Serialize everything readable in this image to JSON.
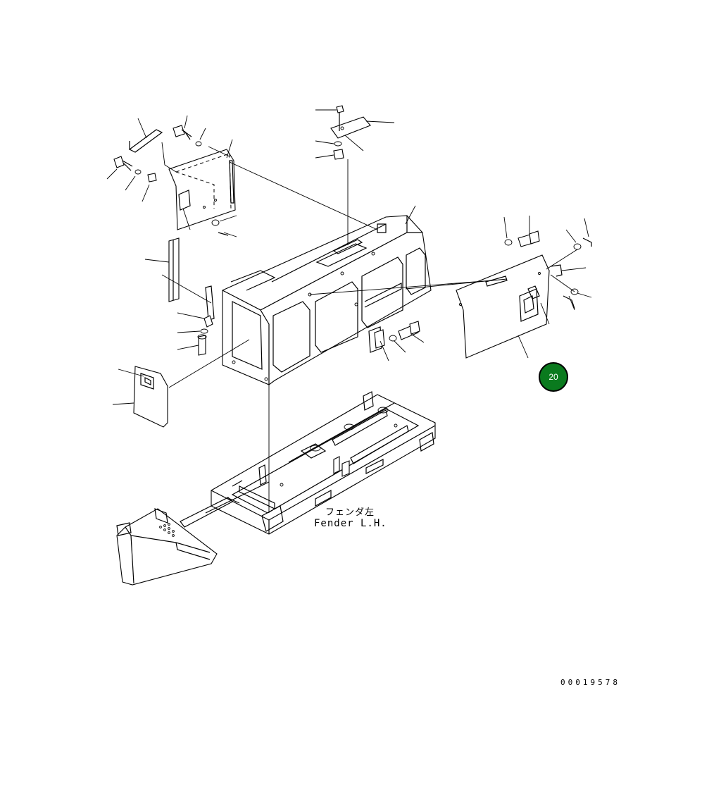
{
  "labels": {
    "fender_jp": "フェンダ左",
    "fender_en": "Fender L.H."
  },
  "callout": {
    "number": "20",
    "color": "#0a7a1e"
  },
  "doc_id": "00019578"
}
